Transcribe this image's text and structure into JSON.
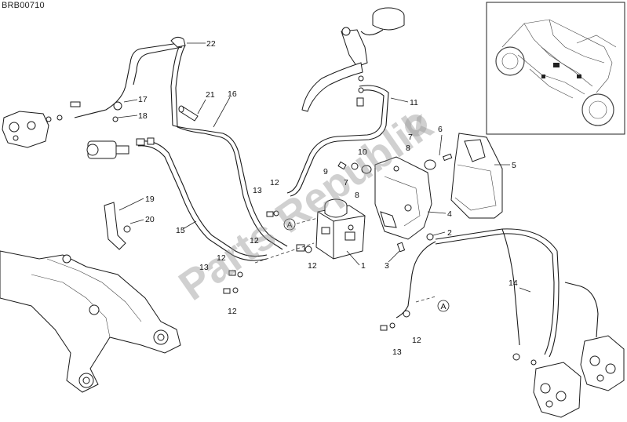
{
  "diagram_code": "BRB00710",
  "watermark": "Parts Republik",
  "section_marker": "A",
  "callouts": [
    {
      "id": "c1",
      "label": "1"
    },
    {
      "id": "c2",
      "label": "2"
    },
    {
      "id": "c3",
      "label": "3"
    },
    {
      "id": "c4",
      "label": "4"
    },
    {
      "id": "c5",
      "label": "5"
    },
    {
      "id": "c6",
      "label": "6"
    },
    {
      "id": "c7",
      "label": "7"
    },
    {
      "id": "c7b",
      "label": "7"
    },
    {
      "id": "c8",
      "label": "8"
    },
    {
      "id": "c8b",
      "label": "8"
    },
    {
      "id": "c9",
      "label": "9"
    },
    {
      "id": "c10",
      "label": "10"
    },
    {
      "id": "c11",
      "label": "11"
    },
    {
      "id": "c12a",
      "label": "12"
    },
    {
      "id": "c12b",
      "label": "12"
    },
    {
      "id": "c12c",
      "label": "12"
    },
    {
      "id": "c12d",
      "label": "12"
    },
    {
      "id": "c12e",
      "label": "12"
    },
    {
      "id": "c12f",
      "label": "12"
    },
    {
      "id": "c13a",
      "label": "13"
    },
    {
      "id": "c13b",
      "label": "13"
    },
    {
      "id": "c13c",
      "label": "13"
    },
    {
      "id": "c14",
      "label": "14"
    },
    {
      "id": "c15",
      "label": "15"
    },
    {
      "id": "c16",
      "label": "16"
    },
    {
      "id": "c17",
      "label": "17"
    },
    {
      "id": "c18",
      "label": "18"
    },
    {
      "id": "c19",
      "label": "19"
    },
    {
      "id": "c20",
      "label": "20"
    },
    {
      "id": "c21",
      "label": "21"
    },
    {
      "id": "c22",
      "label": "22"
    }
  ]
}
